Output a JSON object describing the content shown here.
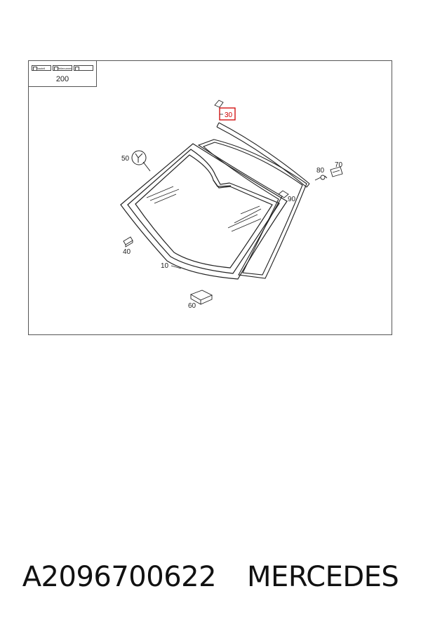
{
  "legend": {
    "cells": [
      "Bauteil",
      "Teilenummer",
      ""
    ],
    "value": "200"
  },
  "callouts": {
    "c10": "10",
    "c30": "30",
    "c40": "40",
    "c50": "50",
    "c60": "60",
    "c70": "70",
    "c80": "80",
    "c90": "90"
  },
  "highlight_color": "#d00000",
  "footer": {
    "part_number": "A2096700622",
    "brand": "MERCEDES"
  }
}
